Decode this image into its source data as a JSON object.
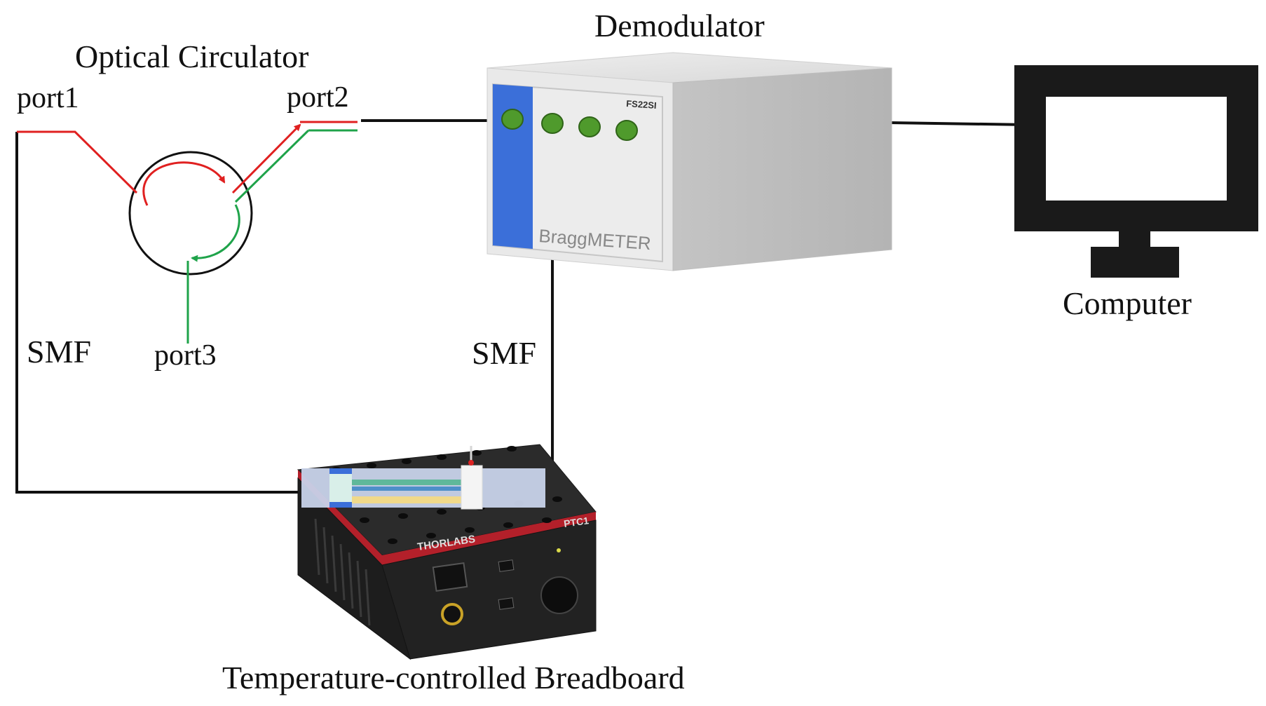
{
  "labels": {
    "demodulator": "Demodulator",
    "optical_circulator": "Optical Circulator",
    "port1": "port1",
    "port2": "port2",
    "port3": "port3",
    "smf_left": "SMF",
    "smf_middle": "SMF",
    "computer": "Computer",
    "breadboard": "Temperature-controlled Breadboard"
  },
  "device_text": {
    "bragg_brand": "BraggMETER",
    "model": "FS22SI",
    "thorlabs_brand": "THORLABS",
    "ptc_model": "PTC1"
  },
  "colors": {
    "fiber_black": "#111111",
    "red_path": "#e02020",
    "green_path": "#1fa34a",
    "demod_blue": "#3b6fd9",
    "demod_body": "#c8c8c8",
    "connector_green": "#4f9a2c",
    "monitor_black": "#1a1a1a",
    "breadboard_dark": "#262626",
    "breadboard_red": "#b3202a"
  },
  "icons": [
    "optical-circulator-icon",
    "demodulator-device-icon",
    "computer-monitor-icon",
    "breadboard-device-icon"
  ]
}
